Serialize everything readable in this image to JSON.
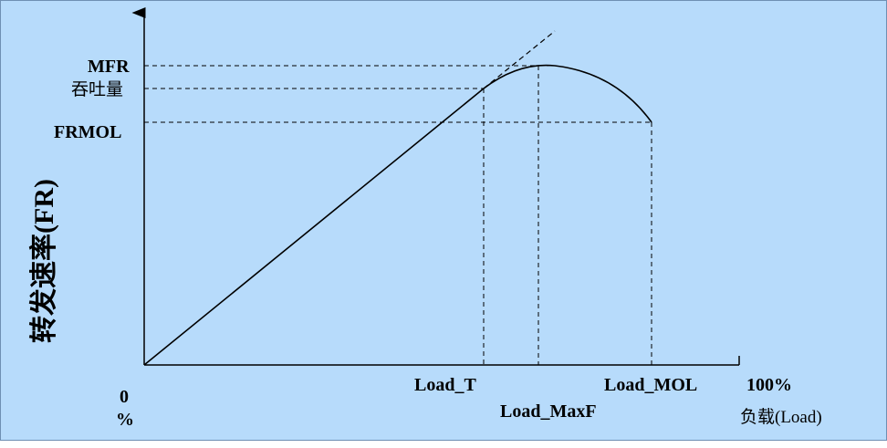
{
  "labels": {
    "y_mfr": "MFR",
    "y_throughput": "吞吐量",
    "y_frmol": "FRMOL",
    "y_axis": "转发速率(FR)",
    "origin_zero": "0",
    "origin_pct": "%",
    "x_load_t": "Load_T",
    "x_load_maxf": "Load_MaxF",
    "x_load_mol": "Load_MOL",
    "x_100": "100%",
    "x_axis": "负载(Load)"
  },
  "colors": {
    "background": "#b7dbfb",
    "line": "#000000"
  }
}
